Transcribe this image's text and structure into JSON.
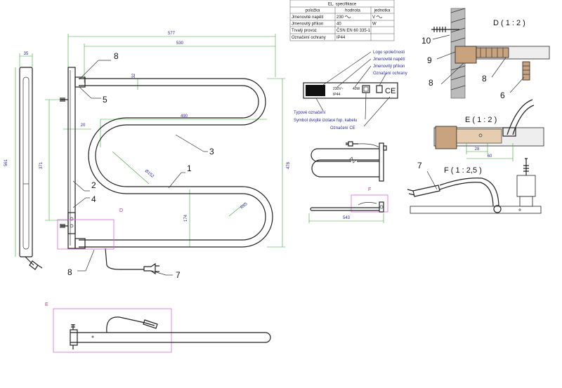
{
  "spec_table": {
    "title": "EL. specifikace",
    "headers": [
      "položka",
      "hodnota",
      "jednotka"
    ],
    "rows": [
      [
        "Jmenovité napětí",
        "230",
        "V"
      ],
      [
        "Jmenovitý příkon",
        "40",
        "W"
      ],
      [
        "Trvalý provoz",
        "ČSN EN 60 335-1",
        ""
      ],
      [
        "Označení ochrany",
        "IP44",
        ""
      ]
    ]
  },
  "dimensions": {
    "d577": "577",
    "d530": "530",
    "d35": "35",
    "d32": "32",
    "d490": "490",
    "d20": "20",
    "d561": "561",
    "d371": "371",
    "d478": "478",
    "d174": "174",
    "d152": "Ø152",
    "d65": "R65",
    "d543": "543",
    "d28": "28",
    "d60": "60"
  },
  "callouts": {
    "c1": "1",
    "c2": "2",
    "c3": "3",
    "c4": "4",
    "c5": "5",
    "c6": "6",
    "c7a": "7",
    "c7b": "7",
    "c8a": "8",
    "c8b": "8",
    "c8c": "8",
    "c9": "9",
    "c10": "10"
  },
  "label_notes": {
    "logo": "Logo společnosti",
    "voltage": "Jmenovité napětí",
    "power": "Jmenovitý příkon",
    "protection": "Označení ochrany",
    "type": "Typové označení",
    "double_insulation": "Symbol dvojité izolace fop. kabelu",
    "ce": "Označení CE"
  },
  "plate": {
    "l1": "230V~",
    "l2": "40W",
    "l3": "IP44"
  },
  "detail_titles": {
    "d": "D ( 1 : 2 )",
    "e": "E ( 1 : 2 )",
    "f": "F ( 1 : 2,5 )"
  },
  "markers": {
    "d": "D",
    "e": "E",
    "f": "F"
  },
  "colors": {
    "dimension": "#3aa33a",
    "magnifier": "#d46ad4",
    "note": "#2a2aa0",
    "wood": "#c9a27e"
  }
}
